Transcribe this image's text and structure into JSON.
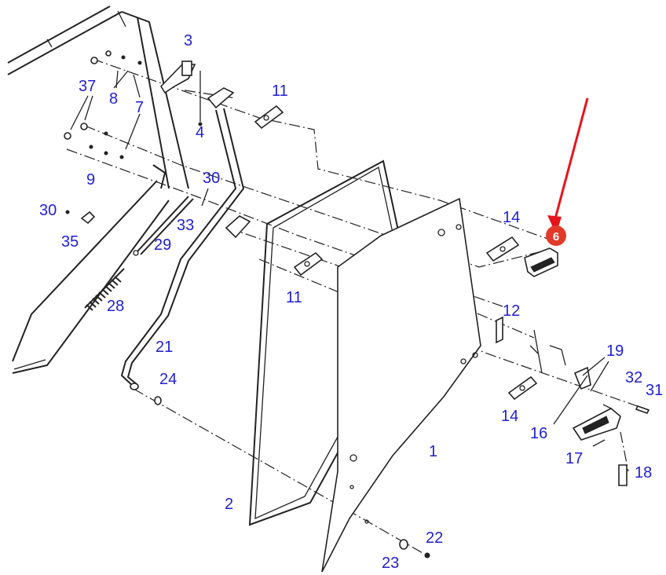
{
  "diagram": {
    "callouts": {
      "c1": "1",
      "c2": "2",
      "c3": "3",
      "c4": "4",
      "c7": "7",
      "c8": "8",
      "c9": "9",
      "c11a": "11",
      "c11b": "11",
      "c12": "12",
      "c14a": "14",
      "c14b": "14",
      "c16": "16",
      "c17": "17",
      "c18": "18",
      "c19": "19",
      "c21": "21",
      "c22": "22",
      "c23": "23",
      "c24": "24",
      "c28": "28",
      "c29": "29",
      "c30a": "30",
      "c30b": "30",
      "c31": "31",
      "c32": "32",
      "c33": "33",
      "c35": "35",
      "c37": "37"
    },
    "highlight_badge": "6",
    "colors": {
      "callout": "#1f1fd6",
      "arrow": "#e8141c",
      "badge": "#e23a2a",
      "line": "#222222"
    }
  }
}
